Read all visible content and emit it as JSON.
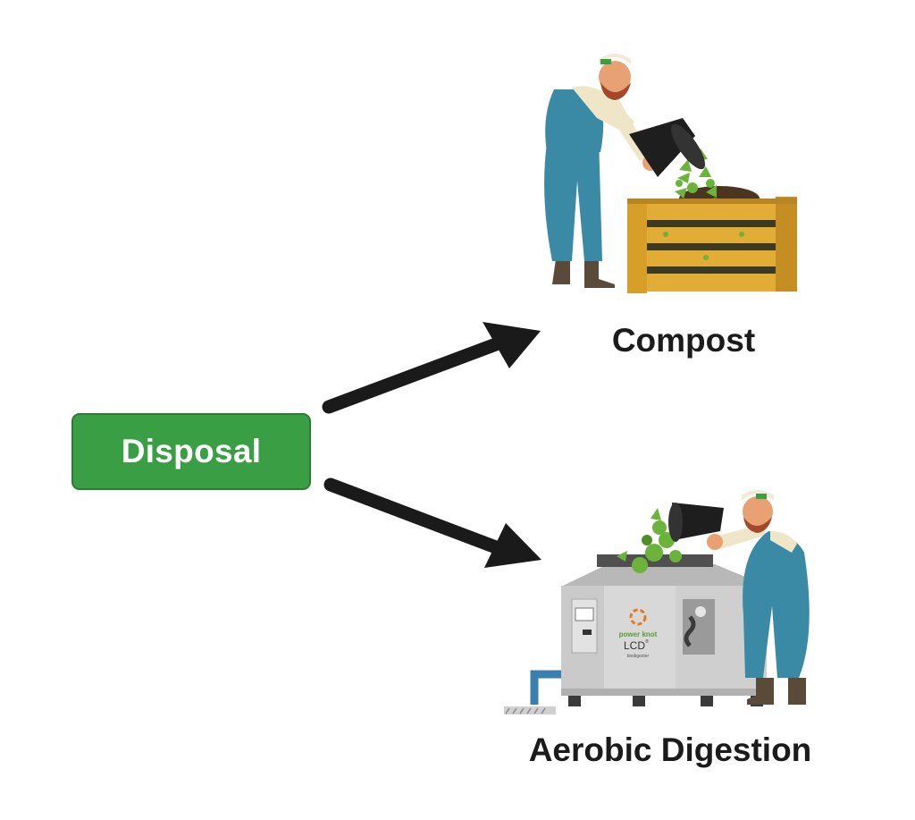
{
  "diagram": {
    "source": {
      "label": "Disposal",
      "color": "#3a9e45"
    },
    "targets": [
      {
        "label": "Compost"
      },
      {
        "label": "Aerobic Digestion"
      }
    ],
    "machine": {
      "brand": "power knot",
      "model": "LCD",
      "trademark": "®",
      "subtitle": "biodigester"
    }
  }
}
